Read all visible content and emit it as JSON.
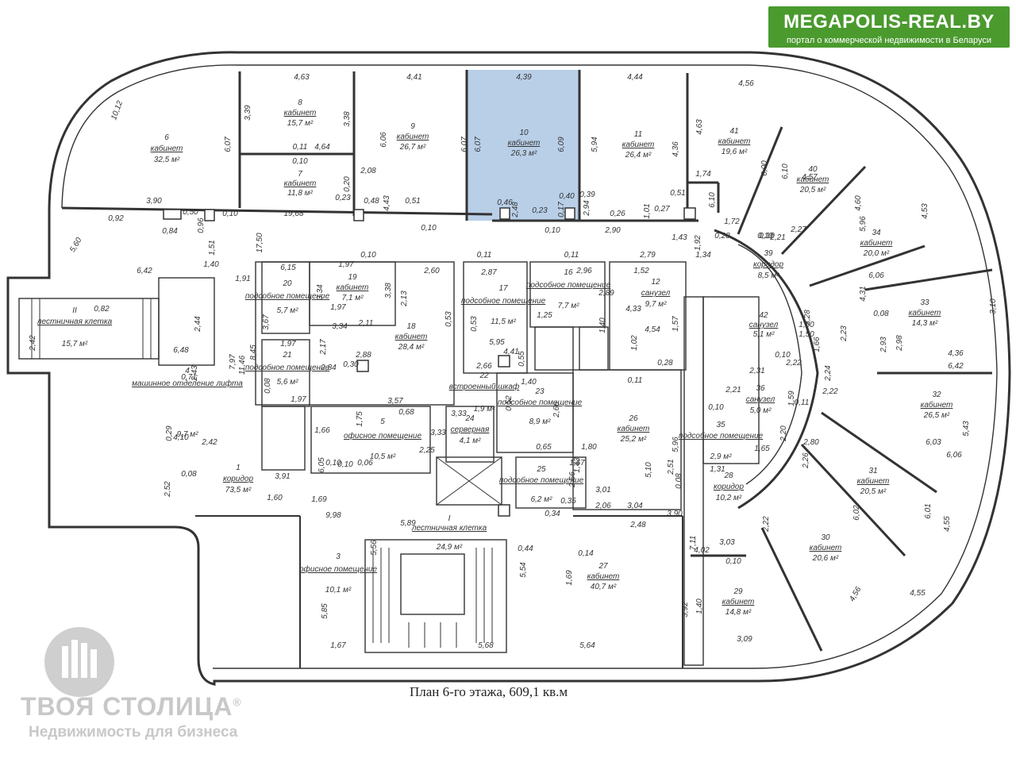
{
  "badge": {
    "title": "MEGAPOLIS-REAL.BY",
    "subtitle": "портал о коммерческой недвижимости в Беларуси",
    "color": "#4a9a2e"
  },
  "caption": "План 6-го этажа, 609,1 кв.м",
  "logo": {
    "name": "ТВОЯ СТОЛИЦА",
    "registered": "®",
    "subtitle": "Недвижимость для бизнеса"
  },
  "highlight_color": "#b9cfe8",
  "rooms": [
    {
      "num": "6",
      "type": "кабинет",
      "area": "32,5 м²"
    },
    {
      "num": "7",
      "type": "кабинет",
      "area": "11,8 м²"
    },
    {
      "num": "8",
      "type": "кабинет",
      "area": "15,7 м²"
    },
    {
      "num": "9",
      "type": "кабинет",
      "area": "26,7 м²"
    },
    {
      "num": "10",
      "type": "кабинет",
      "area": "26,3 м²"
    },
    {
      "num": "11",
      "type": "кабинет",
      "area": "26,4 м²"
    },
    {
      "num": "41",
      "type": "кабинет",
      "area": "19,6 м²"
    },
    {
      "num": "40",
      "type": "кабинет",
      "area": "20,5 м²"
    },
    {
      "num": "34",
      "type": "кабинет",
      "area": "20,0 м²"
    },
    {
      "num": "33",
      "type": "кабинет",
      "area": "14,3 м²"
    },
    {
      "num": "32",
      "type": "кабинет",
      "area": "26,5 м²"
    },
    {
      "num": "31",
      "type": "кабинет",
      "area": "20,5 м²"
    },
    {
      "num": "30",
      "type": "кабинет",
      "area": "20,6 м²"
    },
    {
      "num": "29",
      "type": "кабинет",
      "area": "14,8 м²"
    },
    {
      "num": "27",
      "type": "кабинет",
      "area": "40,7 м²"
    },
    {
      "num": "26",
      "type": "кабинет",
      "area": "25,2 м²"
    },
    {
      "num": "18",
      "type": "кабинет",
      "area": "28,4 м²"
    },
    {
      "num": "19",
      "type": "кабинет",
      "area": "7,1 м²"
    },
    {
      "num": "20",
      "type": "подсобное помещение",
      "area": "5,7 м²"
    },
    {
      "num": "21",
      "type": "подсобное помещение",
      "area": "5,6 м²"
    },
    {
      "num": "17",
      "type": "подсобное помещение",
      "area": "11,5 м²"
    },
    {
      "num": "16",
      "type": "подсобное помещение",
      "area": "7,7 м²"
    },
    {
      "num": "12",
      "type": "санузел",
      "area": "9,7 м²"
    },
    {
      "num": "23",
      "type": "подсобное помещение",
      "area": "8,9 м²"
    },
    {
      "num": "25",
      "type": "подсобное помещение",
      "area": "6,2 м²"
    },
    {
      "num": "24",
      "type": "серверная",
      "area": "4,1 м²"
    },
    {
      "num": "5",
      "type": "офисное помещение",
      "area": "10,5 м²"
    },
    {
      "num": "3",
      "type": "офисное помещение",
      "area": "10,1 м²"
    },
    {
      "num": "4",
      "type": "машинное отделение лифта",
      "area": "9,7 м²"
    },
    {
      "num": "1",
      "type": "коридор",
      "area": "73,5 м²"
    },
    {
      "num": "II",
      "type": "лестничная клетка",
      "area": "15,7 м²"
    },
    {
      "num": "I",
      "type": "лестничная клетка",
      "area": "24,9 м²"
    },
    {
      "num": "28",
      "type": "коридор",
      "area": "10,2 м²"
    },
    {
      "num": "39",
      "type": "коридор",
      "area": "8,5 м²"
    },
    {
      "num": "36",
      "type": "санузел",
      "area": "5,0 м²"
    },
    {
      "num": "35",
      "type": "подсобное помещение",
      "area": "2,9 м²"
    },
    {
      "num": "42",
      "type": "санузел",
      "area": "5,1 м²"
    },
    {
      "num": "22",
      "type": "встроенный шкаф",
      "area": "1,9 м²"
    }
  ],
  "dims": [
    "4,63",
    "4,41",
    "4,39",
    "4,44",
    "4,56",
    "10,12",
    "3,39",
    "3,38",
    "6,06",
    "6,07",
    "6,07",
    "6,07",
    "6,09",
    "5,94",
    "4,36",
    "4,63",
    "0,11",
    "4,64",
    "0,10",
    "2,08",
    "0,20",
    "0,23",
    "0,48",
    "4,43",
    "0,51",
    "0,46",
    "2,48",
    "0,23",
    "0,40",
    "0,17",
    "0,39",
    "2,94",
    "0,26",
    "1,01",
    "0,27",
    "0,51",
    "1,74",
    "6,10",
    "3,90",
    "0,92",
    "0,84",
    "0,50",
    "0,96",
    "0,10",
    "19,68",
    "0,10",
    "0,10",
    "2,90",
    "5,60",
    "6,42",
    "0,82",
    "1,40",
    "1,91",
    "1,51",
    "17,50",
    "0,10",
    "0,11",
    "0,11",
    "2,79",
    "2,60",
    "2,87",
    "2,96",
    "1,52",
    "1,43",
    "1,92",
    "0,28",
    "1,34",
    "1,72",
    "0,10",
    "2,21",
    "2,27",
    "4,57",
    "6,00",
    "6,10",
    "4,53",
    "5,96",
    "4,60",
    "3,10",
    "6,06",
    "4,31",
    "0,08",
    "2,98",
    "2,93",
    "4,36",
    "6,42",
    "5,43",
    "6,03",
    "6,06",
    "4,55",
    "6,01",
    "6,02",
    "4,56",
    "4,55",
    "3,09",
    "3,03",
    "0,10",
    "4,02",
    "3,92",
    "1,40",
    "7,11",
    "5,64",
    "5,68",
    "5,89",
    "5,54",
    "1,69",
    "0,14",
    "0,44",
    "1,67",
    "5,85",
    "5,56",
    "2,44",
    "6,48",
    "2,42",
    "7,97",
    "11,46",
    "8,45",
    "0,71",
    "2,43",
    "0,29",
    "4,10",
    "2,42",
    "0,08",
    "2,52",
    "1,60",
    "9,98",
    "1,69",
    "0,10",
    "0,10",
    "0,06",
    "3,91",
    "6,05",
    "1,66",
    "1,75",
    "0,68",
    "3,57",
    "6,15",
    "1,97",
    "1,97",
    "1,97",
    "1,97",
    "3,34",
    "3,34",
    "3,38",
    "2,13",
    "2,11",
    "2,17",
    "0,08",
    "3,67",
    "2,84",
    "2,88",
    "0,30",
    "0,53",
    "0,53",
    "5,95",
    "4,41",
    "2,66",
    "0,55",
    "1,40",
    "0,52",
    "2,66",
    "3,33",
    "3,33",
    "2,25",
    "1,80",
    "1,43",
    "0,65",
    "1,67",
    "2,66",
    "3,01",
    "2,06",
    "0,35",
    "0,34",
    "3,04",
    "2,48",
    "3,90",
    "5,10",
    "0,08",
    "5,96",
    "2,51",
    "0,28",
    "0,11",
    "1,57",
    "4,54",
    "4,33",
    "1,40",
    "1,25",
    "2,89",
    "1,02",
    "2,21",
    "0,10",
    "0,10",
    "0,10",
    "2,31",
    "2,28",
    "2,22",
    "2,24",
    "2,23",
    "2,22",
    "1,66",
    "1,50",
    "1,50",
    "1,65",
    "1,59",
    "0,11",
    "2,26",
    "2,20",
    "1,31",
    "2,22",
    "2,80"
  ]
}
